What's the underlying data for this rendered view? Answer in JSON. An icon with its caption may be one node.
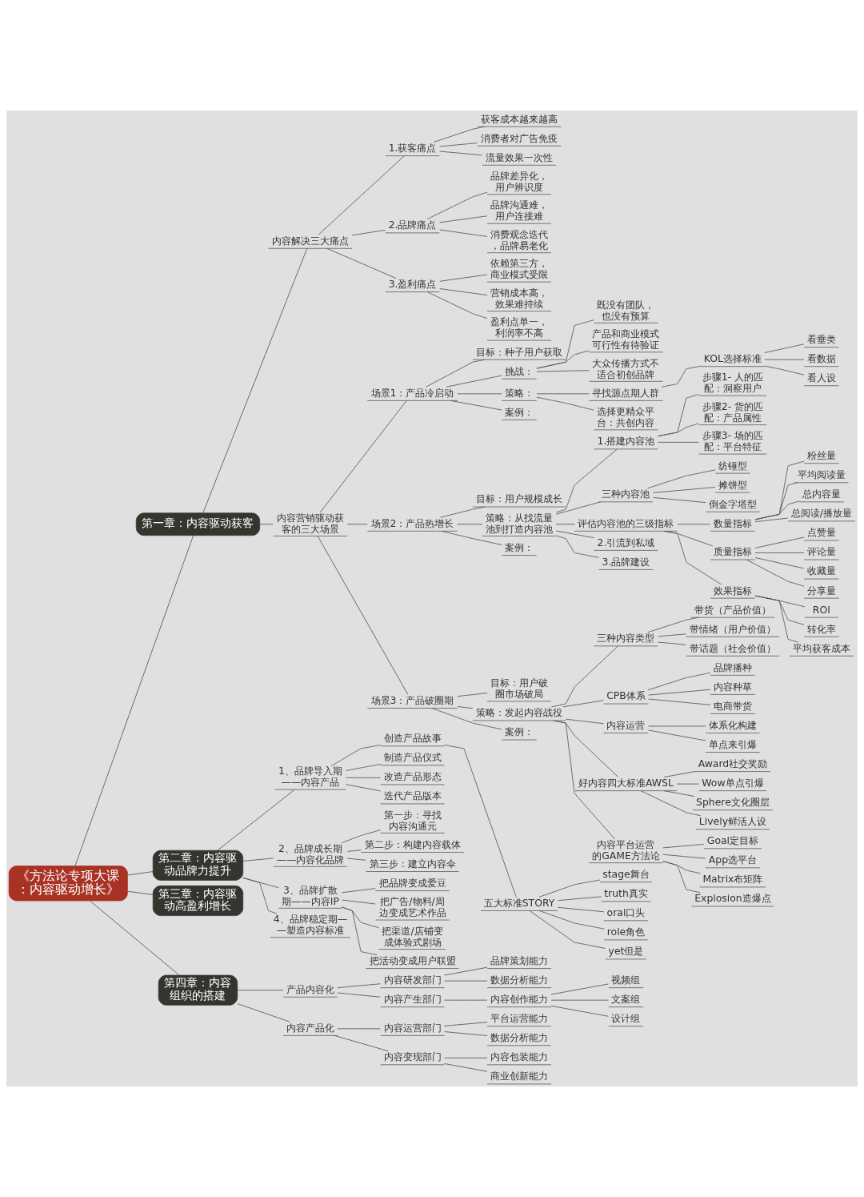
{
  "diagram": {
    "nodes": [
      {
        "text": [
          "《方法论专项大课：内容驱动增长》"
        ]
      },
      {
        "text": [
          "第一章：内容驱动获客"
        ]
      },
      {
        "text": [
          "内容解决三大痛点"
        ]
      },
      {
        "text": [
          "1.获客痛点"
        ]
      },
      {
        "text": [
          "获客成本越来越高"
        ]
      },
      {
        "text": [
          "消费者对广告免疫"
        ]
      },
      {
        "text": [
          "流量效果一次性"
        ]
      },
      {
        "text": [
          "2.品牌痛点"
        ]
      },
      {
        "text": [
          "品牌差异化，用户辨识度"
        ]
      },
      {
        "text": [
          "品牌沟通难，用户连接难"
        ]
      },
      {
        "text": [
          "消费观念迭代，品牌易老化"
        ]
      },
      {
        "text": [
          "3.盈利痛点"
        ]
      },
      {
        "text": [
          "依赖第三方，商业模式受限"
        ]
      },
      {
        "text": [
          "营销成本高，效果难持续"
        ]
      },
      {
        "text": [
          "盈利点单一，利润率不高"
        ]
      },
      {
        "text": [
          "内容营销驱动获客的三大场景"
        ]
      },
      {
        "text": [
          "场景1：产品冷启动"
        ]
      },
      {
        "text": [
          "目标：种子用户获取"
        ]
      },
      {
        "text": [
          "挑战："
        ]
      },
      {
        "text": [
          "既没有团队，也没有预算"
        ]
      },
      {
        "text": [
          "产品和商业模式可行性有待验证"
        ]
      },
      {
        "text": [
          "大众传播方式不适合初创品牌"
        ]
      },
      {
        "text": [
          "策略："
        ]
      },
      {
        "text": [
          "寻找源点期人群"
        ]
      },
      {
        "text": [
          "KOL选择标准"
        ]
      },
      {
        "text": [
          "看垂类"
        ]
      },
      {
        "text": [
          "看数据"
        ]
      },
      {
        "text": [
          "看人设"
        ]
      },
      {
        "text": [
          "选择更精众平台：共创内容"
        ]
      },
      {
        "text": [
          "案例："
        ]
      },
      {
        "text": [
          "场景2：产品热增长"
        ]
      },
      {
        "text": [
          "目标：用户规模成长"
        ]
      },
      {
        "text": [
          "策略：从找流量池到打造内容池"
        ]
      },
      {
        "text": [
          "1.搭建内容池"
        ]
      },
      {
        "text": [
          "步骤1- 人的匹配：洞察用户"
        ]
      },
      {
        "text": [
          "步骤2- 货的匹配：产品属性"
        ]
      },
      {
        "text": [
          "步骤3- 场的匹配：平台特征"
        ]
      },
      {
        "text": [
          "三种内容池"
        ]
      },
      {
        "text": [
          "纺锤型"
        ]
      },
      {
        "text": [
          "摊饼型"
        ]
      },
      {
        "text": [
          "倒金字塔型"
        ]
      },
      {
        "text": [
          "评估内容池的三级指标"
        ]
      },
      {
        "text": [
          "数量指标"
        ]
      },
      {
        "text": [
          "粉丝量"
        ]
      },
      {
        "text": [
          "平均阅读量"
        ]
      },
      {
        "text": [
          "总内容量"
        ]
      },
      {
        "text": [
          "总阅读/播放量"
        ]
      },
      {
        "text": [
          "质量指标"
        ]
      },
      {
        "text": [
          "点赞量"
        ]
      },
      {
        "text": [
          "评论量"
        ]
      },
      {
        "text": [
          "收藏量"
        ]
      },
      {
        "text": [
          "分享量"
        ]
      },
      {
        "text": [
          "效果指标"
        ]
      },
      {
        "text": [
          "ROI"
        ]
      },
      {
        "text": [
          "转化率"
        ]
      },
      {
        "text": [
          "平均获客成本"
        ]
      },
      {
        "text": [
          "2.引流到私域"
        ]
      },
      {
        "text": [
          "3.品牌建设"
        ]
      },
      {
        "text": [
          "案例："
        ]
      },
      {
        "text": [
          "场景3：产品破圈期"
        ]
      },
      {
        "text": [
          "目标：用户破圈市场破局"
        ]
      },
      {
        "text": [
          "策略：发起内容战役"
        ]
      },
      {
        "text": [
          "三种内容类型"
        ]
      },
      {
        "text": [
          "带货（产品价值）"
        ]
      },
      {
        "text": [
          "带情绪（用户价值）"
        ]
      },
      {
        "text": [
          "带话题（社会价值）"
        ]
      },
      {
        "text": [
          "CPB体系"
        ]
      },
      {
        "text": [
          "品牌播种"
        ]
      },
      {
        "text": [
          "内容种草"
        ]
      },
      {
        "text": [
          "电商带货"
        ]
      },
      {
        "text": [
          "内容运营"
        ]
      },
      {
        "text": [
          "体系化构建"
        ]
      },
      {
        "text": [
          "单点来引爆"
        ]
      },
      {
        "text": [
          "好内容四大标准AWSL"
        ]
      },
      {
        "text": [
          "Award社交奖励"
        ]
      },
      {
        "text": [
          "Wow单点引爆"
        ]
      },
      {
        "text": [
          "Sphere文化圈层"
        ]
      },
      {
        "text": [
          "Lively鲜活人设"
        ]
      },
      {
        "text": [
          "内容平台运营的GAME方法论"
        ]
      },
      {
        "text": [
          "Goal定目标"
        ]
      },
      {
        "text": [
          "App选平台"
        ]
      },
      {
        "text": [
          "Matrix布矩阵"
        ]
      },
      {
        "text": [
          "Explosion造爆点"
        ]
      },
      {
        "text": [
          "案例："
        ]
      },
      {
        "text": [
          "第二章：内容驱动品牌力提升"
        ]
      },
      {
        "text": [
          "1、品牌导入期——内容产品"
        ]
      },
      {
        "text": [
          "创造产品故事"
        ]
      },
      {
        "text": [
          "五大标准STORY"
        ]
      },
      {
        "text": [
          "stage舞台"
        ]
      },
      {
        "text": [
          "truth真实"
        ]
      },
      {
        "text": [
          "oral口头"
        ]
      },
      {
        "text": [
          "role角色"
        ]
      },
      {
        "text": [
          "yet但是"
        ]
      },
      {
        "text": [
          "制造产品仪式"
        ]
      },
      {
        "text": [
          "改造产品形态"
        ]
      },
      {
        "text": [
          "迭代产品版本"
        ]
      },
      {
        "text": [
          "2、品牌成长期——内容化品牌"
        ]
      },
      {
        "text": [
          "第一步：寻找内容沟通元"
        ]
      },
      {
        "text": [
          "第二步：构建内容载体"
        ]
      },
      {
        "text": [
          "第三步：建立内容伞"
        ]
      },
      {
        "text": [
          "3、品牌扩散期——内容IP"
        ]
      },
      {
        "text": [
          "把品牌变成爱豆"
        ]
      },
      {
        "text": [
          "把广告/物料/周边变成艺术作品"
        ]
      },
      {
        "text": [
          "把渠道/店铺变成体验式剧场"
        ]
      },
      {
        "text": [
          "把活动变成用户联盟"
        ]
      },
      {
        "text": [
          "4、品牌稳定期——塑造内容标准"
        ]
      },
      {
        "text": [
          "第三章：内容驱动高盈利增长"
        ]
      },
      {
        "text": [
          "第四章：内容组织的搭建"
        ]
      },
      {
        "text": [
          "产品内容化"
        ]
      },
      {
        "text": [
          "内容研发部门"
        ]
      },
      {
        "text": [
          "品牌策划能力"
        ]
      },
      {
        "text": [
          "数据分析能力"
        ]
      },
      {
        "text": [
          "内容产生部门"
        ]
      },
      {
        "text": [
          "内容创作能力"
        ]
      },
      {
        "text": [
          "视频组"
        ]
      },
      {
        "text": [
          "文案组"
        ]
      },
      {
        "text": [
          "设计组"
        ]
      },
      {
        "text": [
          "内容产品化"
        ]
      },
      {
        "text": [
          "内容运营部门"
        ]
      },
      {
        "text": [
          "平台运营能力"
        ]
      },
      {
        "text": [
          "数据分析能力"
        ]
      },
      {
        "text": [
          "内容变现部门"
        ]
      },
      {
        "text": [
          "内容包装能力"
        ]
      },
      {
        "text": [
          "商业创新能力"
        ]
      }
    ],
    "edges": [
      {
        "from": 0,
        "to": 1,
        "arrow": "none"
      },
      {
        "from": 1,
        "to": 2,
        "arrow": "none"
      },
      {
        "from": 2,
        "to": 3,
        "arrow": "none"
      },
      {
        "from": 3,
        "to": 4,
        "arrow": "none"
      },
      {
        "from": 3,
        "to": 5,
        "arrow": "none"
      },
      {
        "from": 3,
        "to": 6,
        "arrow": "none"
      },
      {
        "from": 2,
        "to": 7,
        "arrow": "none"
      },
      {
        "from": 7,
        "to": 8,
        "arrow": "none"
      },
      {
        "from": 7,
        "to": 9,
        "arrow": "none"
      },
      {
        "from": 7,
        "to": 10,
        "arrow": "none"
      },
      {
        "from": 2,
        "to": 11,
        "arrow": "none"
      },
      {
        "from": 11,
        "to": 12,
        "arrow": "none"
      },
      {
        "from": 11,
        "to": 13,
        "arrow": "none"
      },
      {
        "from": 11,
        "to": 14,
        "arrow": "none"
      },
      {
        "from": 1,
        "to": 15,
        "arrow": "none"
      },
      {
        "from": 15,
        "to": 16,
        "arrow": "none"
      },
      {
        "from": 16,
        "to": 17,
        "arrow": "none"
      },
      {
        "from": 16,
        "to": 18,
        "arrow": "none"
      },
      {
        "from": 18,
        "to": 19,
        "arrow": "none"
      },
      {
        "from": 18,
        "to": 20,
        "arrow": "none"
      },
      {
        "from": 18,
        "to": 21,
        "arrow": "none"
      },
      {
        "from": 16,
        "to": 22,
        "arrow": "none"
      },
      {
        "from": 22,
        "to": 23,
        "arrow": "none"
      },
      {
        "from": 23,
        "to": 24,
        "arrow": "none"
      },
      {
        "from": 24,
        "to": 25,
        "arrow": "none"
      },
      {
        "from": 24,
        "to": 26,
        "arrow": "none"
      },
      {
        "from": 24,
        "to": 27,
        "arrow": "none"
      },
      {
        "from": 22,
        "to": 28,
        "arrow": "none"
      },
      {
        "from": 16,
        "to": 29,
        "arrow": "none"
      },
      {
        "from": 15,
        "to": 30,
        "arrow": "none"
      },
      {
        "from": 30,
        "to": 31,
        "arrow": "none"
      },
      {
        "from": 30,
        "to": 32,
        "arrow": "none"
      },
      {
        "from": 32,
        "to": 33,
        "arrow": "none"
      },
      {
        "from": 33,
        "to": 34,
        "arrow": "none"
      },
      {
        "from": 33,
        "to": 35,
        "arrow": "none"
      },
      {
        "from": 33,
        "to": 36,
        "arrow": "none"
      },
      {
        "from": 32,
        "to": 37,
        "arrow": "none"
      },
      {
        "from": 37,
        "to": 38,
        "arrow": "none"
      },
      {
        "from": 37,
        "to": 39,
        "arrow": "none"
      },
      {
        "from": 37,
        "to": 40,
        "arrow": "none"
      },
      {
        "from": 32,
        "to": 41,
        "arrow": "none"
      },
      {
        "from": 41,
        "to": 42,
        "arrow": "none"
      },
      {
        "from": 42,
        "to": 43,
        "arrow": "none"
      },
      {
        "from": 42,
        "to": 44,
        "arrow": "none"
      },
      {
        "from": 42,
        "to": 45,
        "arrow": "none"
      },
      {
        "from": 42,
        "to": 46,
        "arrow": "none"
      },
      {
        "from": 41,
        "to": 47,
        "arrow": "none"
      },
      {
        "from": 47,
        "to": 48,
        "arrow": "none"
      },
      {
        "from": 47,
        "to": 49,
        "arrow": "none"
      },
      {
        "from": 47,
        "to": 50,
        "arrow": "none"
      },
      {
        "from": 47,
        "to": 51,
        "arrow": "none"
      },
      {
        "from": 41,
        "to": 52,
        "arrow": "none"
      },
      {
        "from": 52,
        "to": 53,
        "arrow": "none"
      },
      {
        "from": 52,
        "to": 54,
        "arrow": "none"
      },
      {
        "from": 52,
        "to": 55,
        "arrow": "none"
      },
      {
        "from": 32,
        "to": 56,
        "arrow": "none"
      },
      {
        "from": 32,
        "to": 57,
        "arrow": "none"
      },
      {
        "from": 30,
        "to": 58,
        "arrow": "none"
      },
      {
        "from": 15,
        "to": 59,
        "arrow": "none"
      },
      {
        "from": 59,
        "to": 60,
        "arrow": "none"
      },
      {
        "from": 59,
        "to": 61,
        "arrow": "none"
      },
      {
        "from": 61,
        "to": 62,
        "arrow": "none"
      },
      {
        "from": 62,
        "to": 63,
        "arrow": "none"
      },
      {
        "from": 62,
        "to": 64,
        "arrow": "none"
      },
      {
        "from": 62,
        "to": 65,
        "arrow": "none"
      },
      {
        "from": 61,
        "to": 66,
        "arrow": "none"
      },
      {
        "from": 66,
        "to": 67,
        "arrow": "none"
      },
      {
        "from": 66,
        "to": 68,
        "arrow": "none"
      },
      {
        "from": 66,
        "to": 69,
        "arrow": "none"
      },
      {
        "from": 61,
        "to": 70,
        "arrow": "none"
      },
      {
        "from": 70,
        "to": 71,
        "arrow": "none"
      },
      {
        "from": 70,
        "to": 72,
        "arrow": "none"
      },
      {
        "from": 61,
        "to": 73,
        "arrow": "none"
      },
      {
        "from": 73,
        "to": 74,
        "arrow": "none"
      },
      {
        "from": 73,
        "to": 75,
        "arrow": "none"
      },
      {
        "from": 73,
        "to": 76,
        "arrow": "none"
      },
      {
        "from": 73,
        "to": 77,
        "arrow": "none"
      },
      {
        "from": 61,
        "to": 78,
        "arrow": "none"
      },
      {
        "from": 78,
        "to": 79,
        "arrow": "none"
      },
      {
        "from": 78,
        "to": 80,
        "arrow": "none"
      },
      {
        "from": 78,
        "to": 81,
        "arrow": "none"
      },
      {
        "from": 78,
        "to": 82,
        "arrow": "none"
      },
      {
        "from": 59,
        "to": 83,
        "arrow": "none"
      },
      {
        "from": 0,
        "to": 84,
        "arrow": "none"
      },
      {
        "from": 84,
        "to": 85,
        "arrow": "none"
      },
      {
        "from": 85,
        "to": 86,
        "arrow": "none"
      },
      {
        "from": 86,
        "to": 87,
        "arrow": "none"
      },
      {
        "from": 87,
        "to": 88,
        "arrow": "none"
      },
      {
        "from": 87,
        "to": 89,
        "arrow": "none"
      },
      {
        "from": 87,
        "to": 90,
        "arrow": "none"
      },
      {
        "from": 87,
        "to": 91,
        "arrow": "none"
      },
      {
        "from": 87,
        "to": 92,
        "arrow": "none"
      },
      {
        "from": 85,
        "to": 93,
        "arrow": "none"
      },
      {
        "from": 85,
        "to": 94,
        "arrow": "none"
      },
      {
        "from": 85,
        "to": 95,
        "arrow": "none"
      },
      {
        "from": 84,
        "to": 96,
        "arrow": "none"
      },
      {
        "from": 96,
        "to": 97,
        "arrow": "none"
      },
      {
        "from": 96,
        "to": 98,
        "arrow": "none"
      },
      {
        "from": 96,
        "to": 99,
        "arrow": "none"
      },
      {
        "from": 84,
        "to": 100,
        "arrow": "none"
      },
      {
        "from": 100,
        "to": 101,
        "arrow": "none"
      },
      {
        "from": 100,
        "to": 102,
        "arrow": "none"
      },
      {
        "from": 100,
        "to": 103,
        "arrow": "none"
      },
      {
        "from": 100,
        "to": 104,
        "arrow": "none"
      },
      {
        "from": 84,
        "to": 105,
        "arrow": "none"
      },
      {
        "from": 0,
        "to": 106,
        "arrow": "none"
      },
      {
        "from": 0,
        "to": 107,
        "arrow": "none"
      },
      {
        "from": 107,
        "to": 108,
        "arrow": "none"
      },
      {
        "from": 108,
        "to": 109,
        "arrow": "none"
      },
      {
        "from": 109,
        "to": 110,
        "arrow": "none"
      },
      {
        "from": 109,
        "to": 111,
        "arrow": "none"
      },
      {
        "from": 108,
        "to": 112,
        "arrow": "none"
      },
      {
        "from": 112,
        "to": 113,
        "arrow": "none"
      },
      {
        "from": 113,
        "to": 114,
        "arrow": "none"
      },
      {
        "from": 113,
        "to": 115,
        "arrow": "none"
      },
      {
        "from": 113,
        "to": 116,
        "arrow": "none"
      },
      {
        "from": 107,
        "to": 117,
        "arrow": "none"
      },
      {
        "from": 117,
        "to": 118,
        "arrow": "none"
      },
      {
        "from": 118,
        "to": 119,
        "arrow": "none"
      },
      {
        "from": 118,
        "to": 120,
        "arrow": "none"
      },
      {
        "from": 117,
        "to": 121,
        "arrow": "none"
      },
      {
        "from": 121,
        "to": 122,
        "arrow": "none"
      },
      {
        "from": 121,
        "to": 123,
        "arrow": "none"
      }
    ]
  }
}
